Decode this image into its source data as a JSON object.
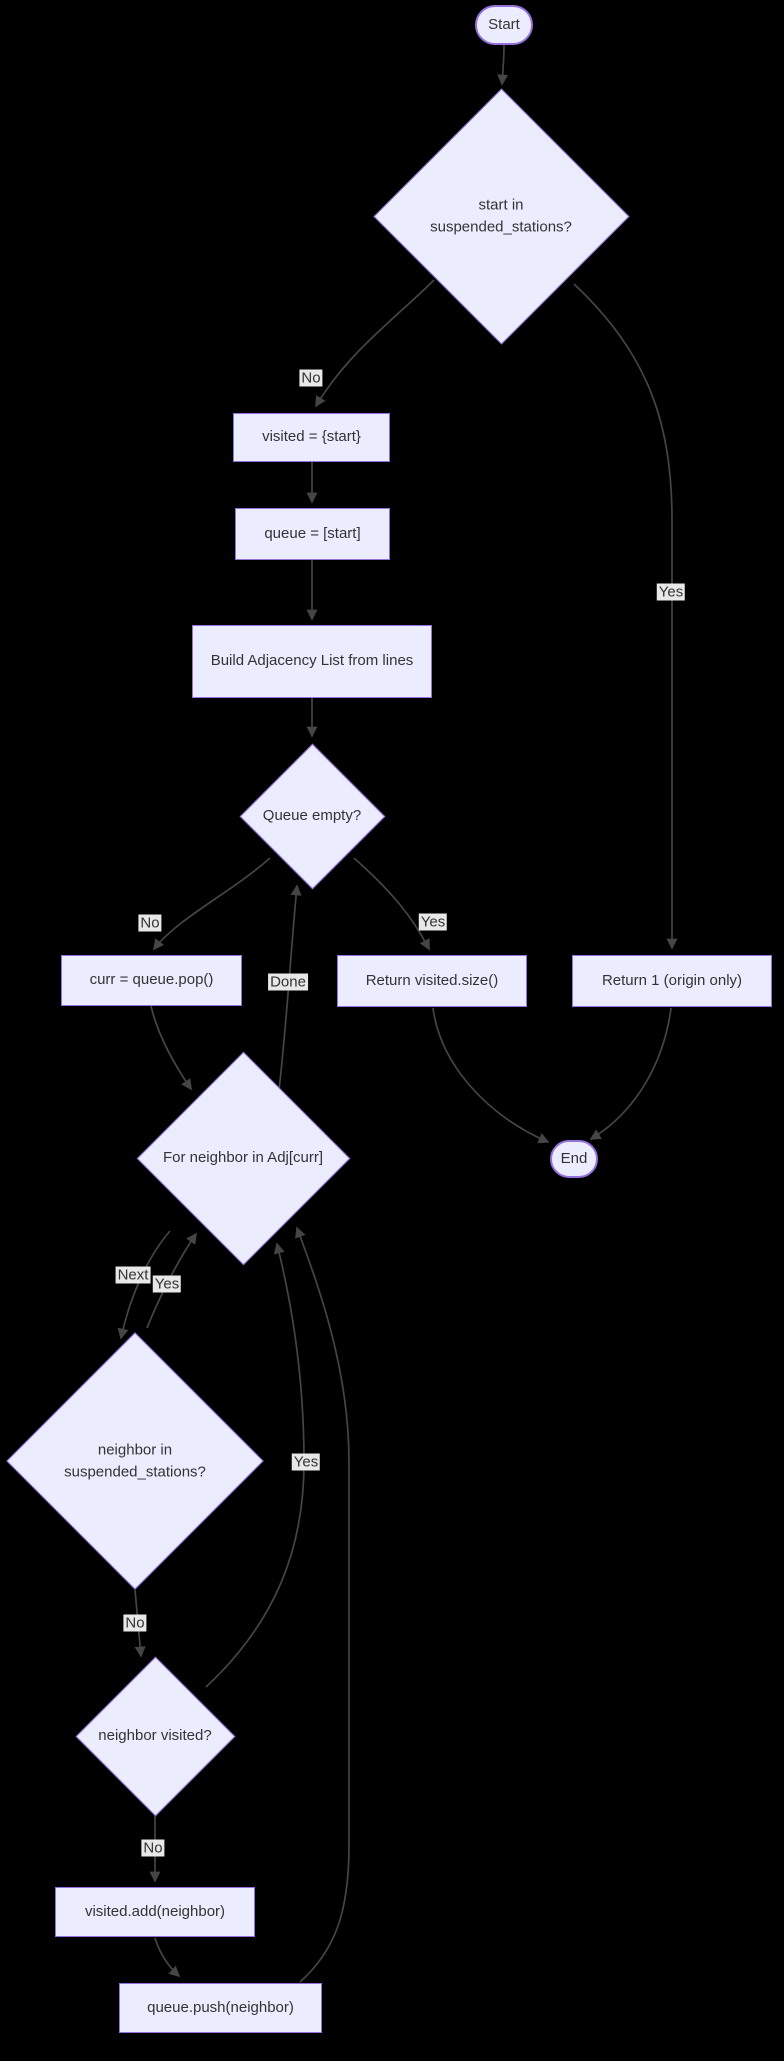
{
  "diagram": {
    "type": "flowchart",
    "background": "#000000",
    "theme": {
      "node_fill": "#ECECFF",
      "node_border": "#9370DB",
      "node_text": "#333333",
      "edge_color": "#454545",
      "edge_label_bg": "#e8e8e8",
      "edge_label_text": "#333333"
    },
    "nodes": {
      "start": {
        "label": "Start",
        "shape": "stadium"
      },
      "check_start_suspended": {
        "label": "start in suspended_stations?",
        "shape": "diamond"
      },
      "init_visited": {
        "label": "visited = {start}",
        "shape": "rect"
      },
      "init_queue": {
        "label": "queue = [start]",
        "shape": "rect"
      },
      "build_adjacency": {
        "label": "Build Adjacency List from lines",
        "shape": "rect"
      },
      "queue_empty": {
        "label": "Queue empty?",
        "shape": "diamond"
      },
      "pop_queue": {
        "label": "curr = queue.pop()",
        "shape": "rect"
      },
      "return_visited_size": {
        "label": "Return visited.size()",
        "shape": "rect"
      },
      "return_one": {
        "label": "Return 1 (origin only)",
        "shape": "rect"
      },
      "for_neighbor": {
        "label": "For neighbor in Adj[curr]",
        "shape": "diamond"
      },
      "neighbor_suspended": {
        "label": "neighbor in suspended_stations?",
        "shape": "diamond"
      },
      "neighbor_visited": {
        "label": "neighbor visited?",
        "shape": "diamond"
      },
      "add_visited": {
        "label": "visited.add(neighbor)",
        "shape": "rect"
      },
      "push_queue": {
        "label": "queue.push(neighbor)",
        "shape": "rect"
      },
      "end": {
        "label": "End",
        "shape": "stadium"
      }
    },
    "edge_labels": {
      "start_suspended_no": "No",
      "start_suspended_yes": "Yes",
      "queue_empty_no": "No",
      "queue_empty_yes": "Yes",
      "for_neighbor_done": "Done",
      "for_neighbor_next": "Next",
      "neighbor_suspended_yes": "Yes",
      "neighbor_suspended_no": "No",
      "neighbor_visited_yes": "Yes",
      "neighbor_visited_no": "No"
    },
    "edges": [
      {
        "from": "start",
        "to": "check_start_suspended",
        "label": ""
      },
      {
        "from": "check_start_suspended",
        "to": "init_visited",
        "label": "No"
      },
      {
        "from": "check_start_suspended",
        "to": "return_one",
        "label": "Yes"
      },
      {
        "from": "init_visited",
        "to": "init_queue",
        "label": ""
      },
      {
        "from": "init_queue",
        "to": "build_adjacency",
        "label": ""
      },
      {
        "from": "build_adjacency",
        "to": "queue_empty",
        "label": ""
      },
      {
        "from": "queue_empty",
        "to": "pop_queue",
        "label": "No"
      },
      {
        "from": "queue_empty",
        "to": "return_visited_size",
        "label": "Yes"
      },
      {
        "from": "pop_queue",
        "to": "for_neighbor",
        "label": ""
      },
      {
        "from": "for_neighbor",
        "to": "queue_empty",
        "label": "Done"
      },
      {
        "from": "for_neighbor",
        "to": "neighbor_suspended",
        "label": "Next"
      },
      {
        "from": "neighbor_suspended",
        "to": "for_neighbor",
        "label": "Yes"
      },
      {
        "from": "neighbor_suspended",
        "to": "neighbor_visited",
        "label": "No"
      },
      {
        "from": "neighbor_visited",
        "to": "for_neighbor",
        "label": "Yes"
      },
      {
        "from": "neighbor_visited",
        "to": "add_visited",
        "label": "No"
      },
      {
        "from": "add_visited",
        "to": "push_queue",
        "label": ""
      },
      {
        "from": "push_queue",
        "to": "for_neighbor",
        "label": ""
      },
      {
        "from": "return_visited_size",
        "to": "end",
        "label": ""
      },
      {
        "from": "return_one",
        "to": "end",
        "label": ""
      }
    ]
  }
}
